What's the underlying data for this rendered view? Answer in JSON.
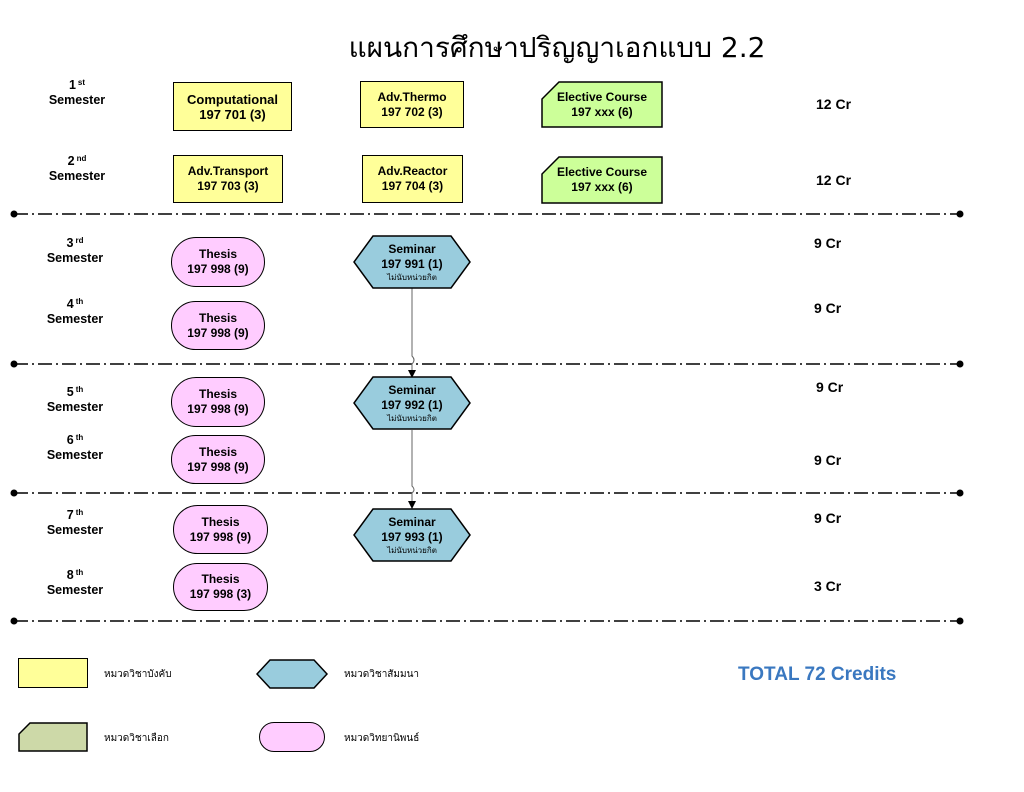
{
  "title": "แผนการศึกษาปริญญาเอกแบบ 2.2",
  "semesters": [
    {
      "num": "1",
      "suffix": "st",
      "label": "Semester"
    },
    {
      "num": "2",
      "suffix": "nd",
      "label": "Semester"
    },
    {
      "num": "3",
      "suffix": "rd",
      "label": "Semester"
    },
    {
      "num": "4",
      "suffix": "th",
      "label": "Semester"
    },
    {
      "num": "5",
      "suffix": "th",
      "label": "Semester"
    },
    {
      "num": "6",
      "suffix": "th",
      "label": "Semester"
    },
    {
      "num": "7",
      "suffix": "th",
      "label": "Semester"
    },
    {
      "num": "8",
      "suffix": "th",
      "label": "Semester"
    }
  ],
  "credits": [
    "12 Cr",
    "12 Cr",
    "9 Cr",
    "9 Cr",
    "9 Cr",
    "9 Cr",
    "9 Cr",
    "3 Cr"
  ],
  "required": [
    {
      "name": "Computational",
      "code": "197 701 (3)"
    },
    {
      "name": "Adv.Thermo",
      "code": "197 702 (3)"
    },
    {
      "name": "Adv.Transport",
      "code": "197 703 (3)"
    },
    {
      "name": "Adv.Reactor",
      "code": "197 704 (3)"
    }
  ],
  "electives": [
    {
      "name": "Elective Course",
      "code": "197 xxx (6)"
    },
    {
      "name": "Elective Course",
      "code": "197 xxx (6)"
    }
  ],
  "thesis": [
    {
      "name": "Thesis",
      "code": "197 998 (9)"
    },
    {
      "name": "Thesis",
      "code": "197 998 (9)"
    },
    {
      "name": "Thesis",
      "code": "197 998 (9)"
    },
    {
      "name": "Thesis",
      "code": "197 998 (9)"
    },
    {
      "name": "Thesis",
      "code": "197 998 (9)"
    },
    {
      "name": "Thesis",
      "code": "197 998 (3)"
    }
  ],
  "seminars": [
    {
      "name": "Seminar",
      "code": "197 991 (1)",
      "note": "ไม่นับหน่วยกิต"
    },
    {
      "name": "Seminar",
      "code": "197 992 (1)",
      "note": "ไม่นับหน่วยกิต"
    },
    {
      "name": "Seminar",
      "code": "197 993 (1)",
      "note": "ไม่นับหน่วยกิต"
    }
  ],
  "legend": {
    "required": "หมวดวิชาบังคับ",
    "seminar": "หมวดวิชาสัมมนา",
    "elective": "หมวดวิชาเลือก",
    "thesis": "หมวดวิทยานิพนธ์"
  },
  "total": "TOTAL 72 Credits",
  "colors": {
    "required": "#ffff99",
    "elective": "#ccff99",
    "elective_legend": "#cdd9a8",
    "seminar": "#99ccdd",
    "thesis": "#ffccff",
    "total": "#3a78c0"
  }
}
